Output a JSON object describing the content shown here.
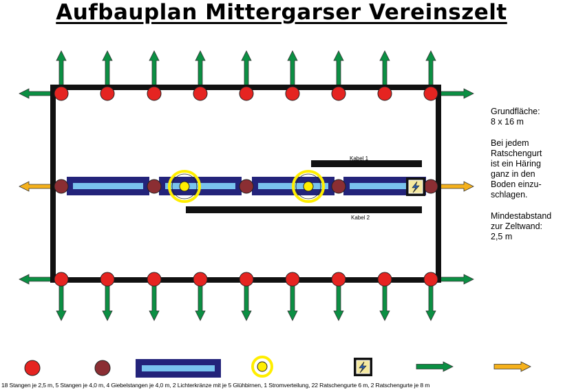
{
  "title": "Aufbauplan Mittergarser Vereinszelt",
  "notes": [
    [
      "Grundfläche:",
      "8 x 16 m"
    ],
    [
      "Bei jedem",
      "Ratschengurt",
      "ist ein Häring",
      "ganz in den",
      "Boden einzu-",
      "schlagen."
    ],
    [
      "Mindestabstand",
      "zur Zeltwand:",
      "2,5 m"
    ]
  ],
  "cables": {
    "top_label": "Kabel 1",
    "bottom_label": "Kabel 2"
  },
  "legend": {
    "text": "18 Stangen je 2,5 m, 5 Stangen je 4,0 m, 4 Giebelstangen je 4,0 m, 2 Lichterkränze mit je 5 Glühbirnen, 1 Stromverteilung, 22 Ratschengurte 6 m, 2 Ratschengurte je 8 m",
    "items": [
      {
        "name": "pole-2-5m"
      },
      {
        "name": "pole-4m"
      },
      {
        "name": "gable-pole"
      },
      {
        "name": "light-ring"
      },
      {
        "name": "power-distribution"
      },
      {
        "name": "ratchet-strap-6m"
      },
      {
        "name": "ratchet-strap-8m"
      }
    ]
  },
  "colors": {
    "frame": "#111111",
    "pole_red": "#e52421",
    "pole_dark": "#8b2e33",
    "gable_outer": "#23237a",
    "gable_inner": "#79c3ee",
    "light_ring": "#ffee00",
    "strap_green": "#0b8f43",
    "strap_orange": "#f5b11c"
  },
  "icons": {
    "power": "lightning-bolt-icon"
  }
}
